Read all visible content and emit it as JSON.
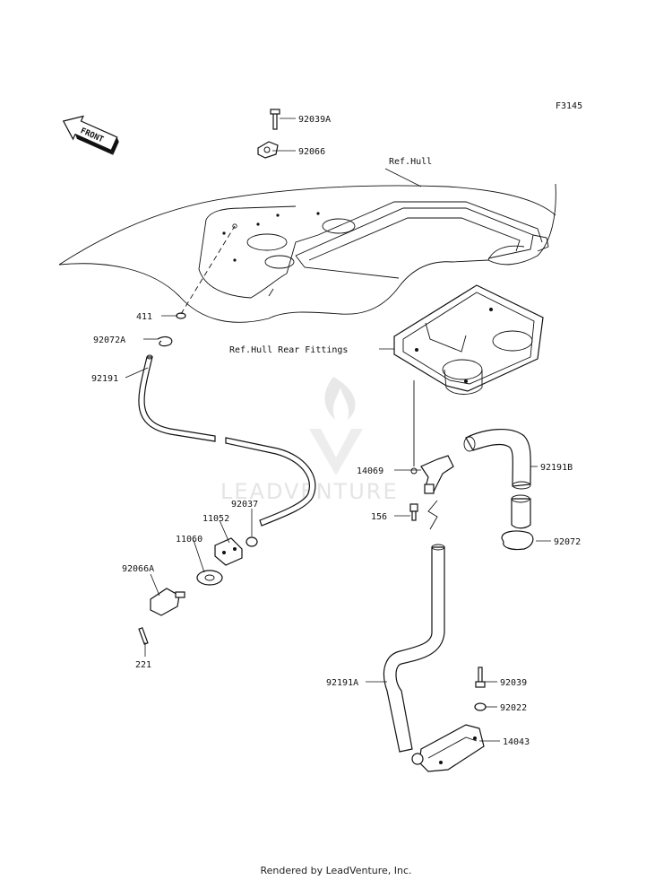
{
  "figure_code": "F3145",
  "front_label": "FRONT",
  "watermark": "LEADVENTURE",
  "footer": "Rendered by LeadVenture, Inc.",
  "callouts": {
    "p92039A": "92039A",
    "p92066": "92066",
    "ref_hull": "Ref.Hull",
    "p411": "411",
    "p92072A": "92072A",
    "ref_hull_rear": "Ref.Hull Rear Fittings",
    "p92191": "92191",
    "p14069": "14069",
    "p92191B": "92191B",
    "p92037": "92037",
    "p156": "156",
    "p11052": "11052",
    "p11060": "11060",
    "p92072": "92072",
    "p92066A": "92066A",
    "p221": "221",
    "p92039": "92039",
    "p92191A": "92191A",
    "p92022": "92022",
    "p14043": "14043"
  }
}
